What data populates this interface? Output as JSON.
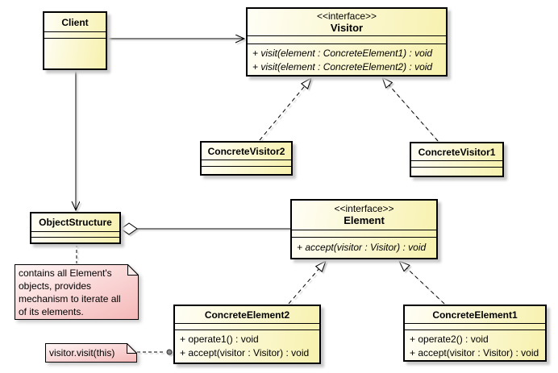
{
  "classes": {
    "client": {
      "name": "Client"
    },
    "visitor": {
      "stereotype": "<<interface>>",
      "name": "Visitor",
      "methods": [
        "+ visit(element : ConcreteElement1) : void",
        "+ visit(element : ConcreteElement2) : void"
      ]
    },
    "concrete_visitor2": {
      "name": "ConcreteVisitor2"
    },
    "concrete_visitor1": {
      "name": "ConcreteVisitor1"
    },
    "object_structure": {
      "name": "ObjectStructure"
    },
    "element": {
      "stereotype": "<<interface>>",
      "name": "Element",
      "methods": [
        "+ accept(visitor : Visitor) : void"
      ]
    },
    "concrete_element2": {
      "name": "ConcreteElement2",
      "methods": [
        "+ operate1() : void",
        "+ accept(visitor : Visitor) : void"
      ]
    },
    "concrete_element1": {
      "name": "ConcreteElement1",
      "methods": [
        "+ operate2() : void",
        "+ accept(visitor : Visitor) : void"
      ]
    }
  },
  "notes": {
    "structure_note": {
      "text": "contains all Element's objects, provides mechanism to iterate all of its elements."
    },
    "call_note": {
      "text": "visitor.visit(this)"
    }
  },
  "relationships": [
    {
      "from": "Client",
      "to": "Visitor",
      "type": "association"
    },
    {
      "from": "Client",
      "to": "ObjectStructure",
      "type": "association"
    },
    {
      "from": "ObjectStructure",
      "to": "Element",
      "type": "aggregation"
    },
    {
      "from": "ConcreteVisitor2",
      "to": "Visitor",
      "type": "realization"
    },
    {
      "from": "ConcreteVisitor1",
      "to": "Visitor",
      "type": "realization"
    },
    {
      "from": "ConcreteElement2",
      "to": "Element",
      "type": "realization"
    },
    {
      "from": "ConcreteElement1",
      "to": "Element",
      "type": "realization"
    },
    {
      "from": "structure_note",
      "to": "ObjectStructure",
      "type": "note-link"
    },
    {
      "from": "call_note",
      "to": "ConcreteElement2.accept",
      "type": "note-link"
    }
  ],
  "colors": {
    "background": "#ffffff",
    "class_fill_start": "#fffef6",
    "class_fill_end": "#f7f1ad",
    "note_fill_start": "#fff6f6",
    "note_fill_end": "#f5b8b8",
    "border": "#000000",
    "shadow": "#c9c9c9"
  }
}
